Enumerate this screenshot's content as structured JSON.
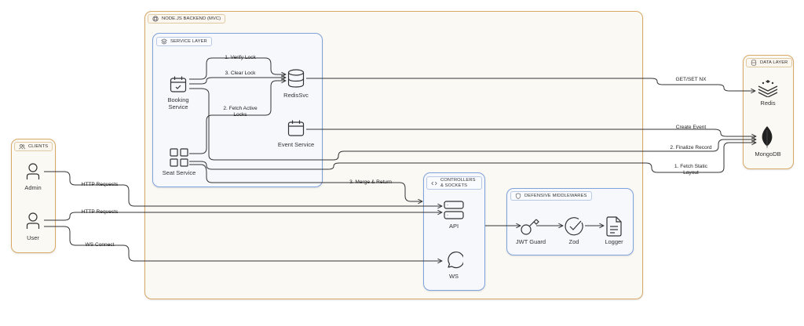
{
  "groups": {
    "clients": {
      "title": "Clients",
      "icon": "users-icon"
    },
    "backend": {
      "title": "Node.js Backend (MVC)",
      "icon": "nodejs-icon"
    },
    "service_layer": {
      "title": "Service Layer",
      "icon": "layers-icon"
    },
    "controllers": {
      "title": "Controllers & Sockets",
      "icon": "code-icon"
    },
    "middlewares": {
      "title": "Defensive Middlewares",
      "icon": "shield-icon"
    },
    "data_layer": {
      "title": "Data Layer",
      "icon": "database-icon"
    }
  },
  "nodes": {
    "admin": {
      "label": "Admin",
      "icon": "user-icon"
    },
    "user": {
      "label": "User",
      "icon": "user-icon"
    },
    "booking": {
      "label": "Booking\nService",
      "icon": "calendar-check-icon"
    },
    "seat": {
      "label": "Seat Service",
      "icon": "grid-icon"
    },
    "redissvc": {
      "label": "RedisSvc",
      "icon": "database-icon"
    },
    "event": {
      "label": "Event Service",
      "icon": "calendar-icon"
    },
    "api": {
      "label": "API",
      "icon": "server-icon"
    },
    "ws": {
      "label": "WS",
      "icon": "chat-bubble-icon"
    },
    "jwt": {
      "label": "JWT Guard",
      "icon": "key-icon"
    },
    "zod": {
      "label": "Zod",
      "icon": "check-circle-icon"
    },
    "logger": {
      "label": "Logger",
      "icon": "file-text-icon"
    },
    "redis": {
      "label": "Redis",
      "icon": "redis-icon"
    },
    "mongodb": {
      "label": "MongoDB",
      "icon": "mongodb-leaf-icon"
    }
  },
  "edges": {
    "admin_api": "HTTP Requests",
    "user_api": "HTTP Requests",
    "user_ws": "WS Connect",
    "verify_lock": "1. Verify Lock",
    "clear_lock": "3. Clear Lock",
    "fetch_locks": "2. Fetch Active\nLocks",
    "merge_return": "3. Merge & Return",
    "getset": "GET/SET NX",
    "create_event": "Create Event",
    "finalize": "2. Finalize Record",
    "fetch_layout": "1. Fetch Static\nLayout"
  },
  "colors": {
    "group_orange_border": "#d9a966",
    "group_blue_border": "#7fa3dc",
    "wire": "#333333"
  }
}
